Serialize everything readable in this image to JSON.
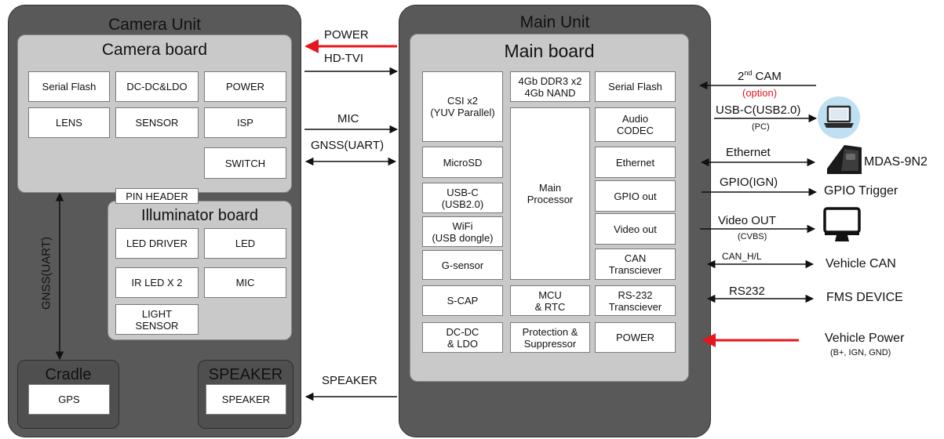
{
  "camera_unit": {
    "title": "Camera Unit",
    "camera_board": {
      "title": "Camera board",
      "components": [
        "Serial Flash",
        "DC-DC&LDO",
        "POWER",
        "LENS",
        "SENSOR",
        "ISP",
        "SWITCH"
      ]
    },
    "pin_header": "PIN HEADER",
    "illuminator_board": {
      "title": "Illuminator board",
      "components": [
        "LED DRIVER",
        "LED",
        "IR LED X 2",
        "MIC",
        "LIGHT\nSENSOR"
      ]
    },
    "cradle": {
      "title": "Cradle",
      "component": "GPS"
    },
    "speaker": {
      "title": "SPEAKER",
      "component": "SPEAKER"
    },
    "gnss_label": "GNSS(UART)"
  },
  "main_unit": {
    "title": "Main Unit",
    "main_board": {
      "title": "Main board",
      "components": {
        "csi": "CSI x2\n(YUV Parallel)",
        "ddr": "4Gb DDR3 x2\n4Gb NAND",
        "serial_flash": "Serial Flash",
        "audio_codec": "Audio\nCODEC",
        "microsd": "MicroSD",
        "ethernet": "Ethernet",
        "usbc": "USB-C\n(USB2.0)",
        "main_processor": "Main\nProcessor",
        "gpio_out": "GPIO out",
        "wifi": "WiFi\n(USB dongle)",
        "video_out": "Video out",
        "gsensor": "G-sensor",
        "can": "CAN\nTransciever",
        "scap": "S-CAP",
        "mcu": "MCU\n& RTC",
        "rs232": "RS-232\nTransciever",
        "dcdc": "DC-DC\n& LDO",
        "protection": "Protection &\nSuppressor",
        "power": "POWER"
      }
    }
  },
  "middle_links": {
    "power": "POWER",
    "hdtvi": "HD-TVI",
    "mic": "MIC",
    "gnss": "GNSS(UART)",
    "speaker": "SPEAKER"
  },
  "external": {
    "second_cam_base": "2",
    "second_cam_sup": "nd",
    "second_cam_rest": " CAM",
    "option": "(option)",
    "usbc": "USB-C(USB2.0)",
    "pc": "(PC)",
    "ethernet": "Ethernet",
    "mdas": "MDAS-9N2",
    "gpio": "GPIO(IGN)",
    "gpio_trigger": "GPIO Trigger",
    "video_out": "Video OUT",
    "cvbs": "(CVBS)",
    "can_hl": "CAN_H/L",
    "vehicle_can": "Vehicle CAN",
    "rs232": "RS232",
    "fms": "FMS DEVICE",
    "vehicle_power": "Vehicle Power",
    "vehicle_power_sub": "(B+, IGN, GND)"
  },
  "colors": {
    "red_arrow": "#e8141b",
    "option_text": "#e8141b",
    "unit_bg": "#595959",
    "board_bg": "#c9c9c9"
  },
  "icons": [
    "laptop-icon",
    "mdas-device-icon",
    "monitor-icon"
  ]
}
